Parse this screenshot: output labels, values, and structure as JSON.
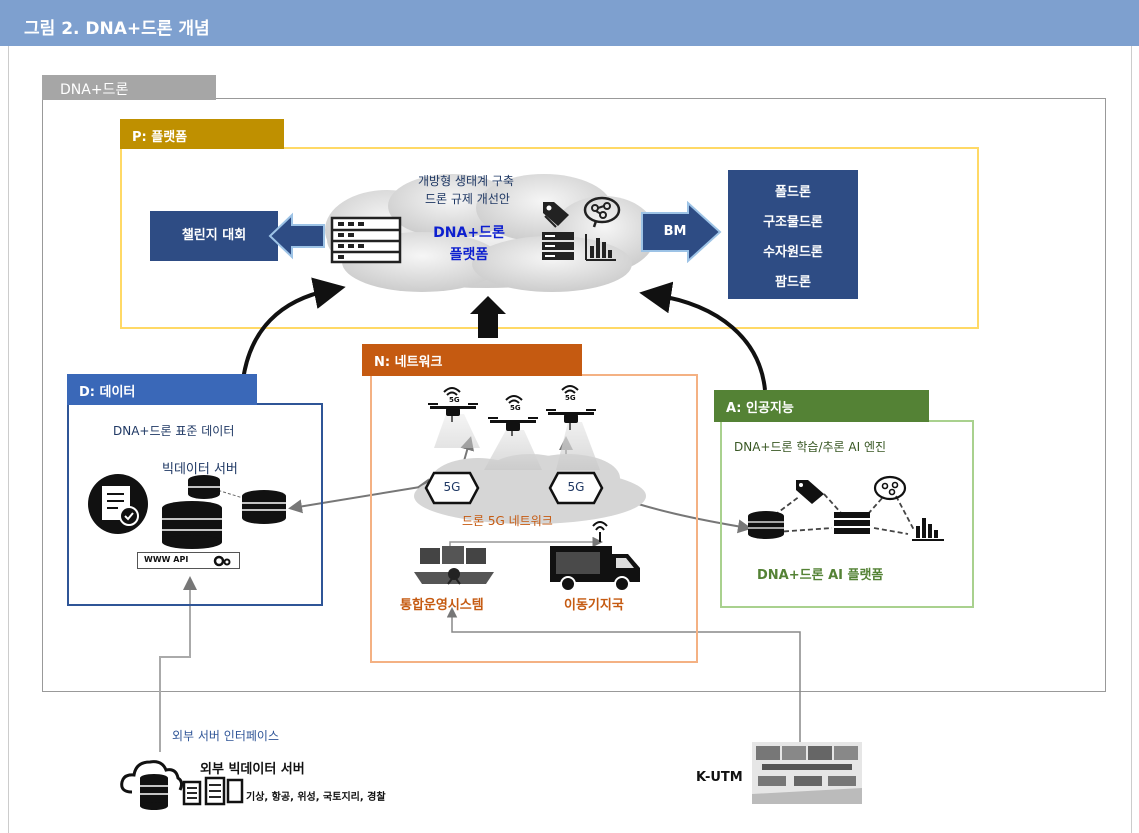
{
  "figure_title": "그림 2. DNA+드론 개념",
  "outer_label": "DNA+드론",
  "platform": {
    "label": "P: 플랫폼",
    "top_text_1": "개방형 생태계 구축",
    "top_text_2": "드론 규제 개선안",
    "center_1": "DNA+드론",
    "center_2": "플랫폼",
    "challenge": "챌린지 대회",
    "bm": "BM",
    "drones": [
      "폴드론",
      "구조물드론",
      "수자원드론",
      "팜드론"
    ]
  },
  "data": {
    "label": "D: 데이터",
    "std": "DNA+드론 표준 데이터",
    "bigdata": "빅데이터 서버",
    "api": "WWW API"
  },
  "network": {
    "label": "N: 네트워크",
    "hex": "5G",
    "drone_badge": "5G",
    "net_name": "드론 5G 네트워크",
    "ops": "통합운영시스템",
    "mobile": "이동기지국"
  },
  "ai": {
    "label": "A: 인공지능",
    "engine": "DNA+드론 학습/추론 AI 엔진",
    "platform": "DNA+드론 AI 플랫폼"
  },
  "external": {
    "interface": "외부 서버 인터페이스",
    "server": "외부 빅데이터 서버",
    "sources": "기상, 항공, 위성, 국토지리, 경찰"
  },
  "kutm": "K-UTM",
  "colors": {
    "title_bar": "#7ea0cf",
    "platform": "#bf9000",
    "platform_border": "#ffd966",
    "data": "#3a68b8",
    "data_border": "#2f5597",
    "network": "#c55a11",
    "network_border": "#f4b183",
    "ai": "#548235",
    "ai_border": "#a9d18e",
    "navy": "#2e4c84"
  }
}
